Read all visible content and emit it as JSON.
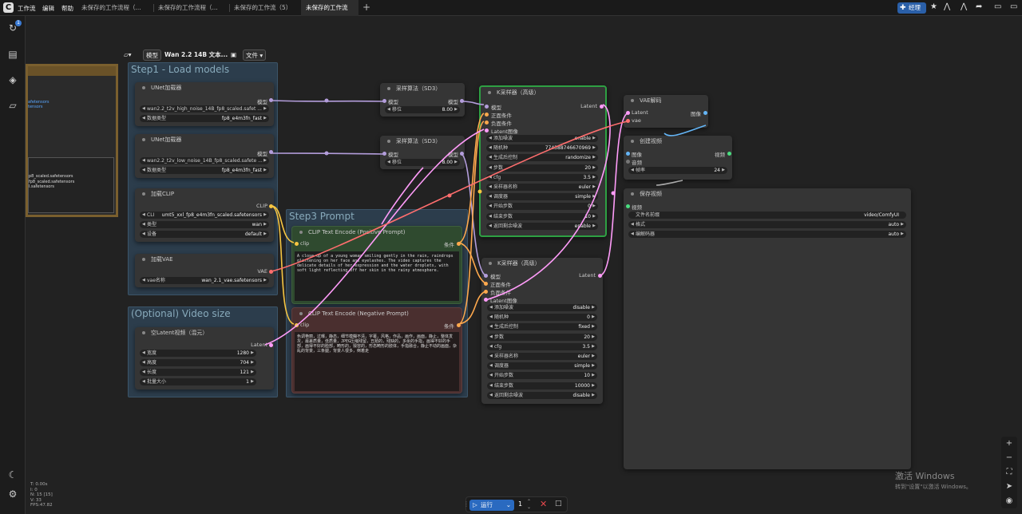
{
  "menu": [
    "工作流",
    "编辑",
    "帮助"
  ],
  "tabs": [
    {
      "label": "未保存的工作流程（..."
    },
    {
      "label": "未保存的工作流程（..."
    },
    {
      "label": "未保存的工作流（5）"
    },
    {
      "label": "未保存的工作流",
      "active": true
    }
  ],
  "topbar": {
    "manager_label": "经理"
  },
  "sidebar": {
    "queue_badge": "1"
  },
  "toolbar": {
    "mode_label": "模型",
    "workflow_title": "Wan 2.2 14B 文本...",
    "file_label": "文件"
  },
  "groups": {
    "step1": "Step1 - Load models",
    "step3": "Step3 Prompt",
    "video_size": "(Optional) Video size"
  },
  "left_peek": {
    "lines_a": [
      "afetensors",
      "tensors"
    ],
    "lines_b": [
      "p8_scaled.safetensors",
      "fp8_scaled.safetensors",
      "",
      "l.safetensors"
    ]
  },
  "nodes": {
    "unet1": {
      "title": "UNet加载器",
      "output": "模型",
      "w1_label": "wan2.2_t2v_high_noise_14B_fp8_scaled.safet ...",
      "w2_label": "数据类型",
      "w2_value": "fp8_e4m3fn_fast"
    },
    "unet2": {
      "title": "UNet加载器",
      "output": "模型",
      "w1_label": "wan2.2_t2v_low_noise_14B_fp8_scaled.safete ...",
      "w2_label": "数据类型",
      "w2_value": "fp8_e4m3fn_fast"
    },
    "clip": {
      "title": "加载CLIP",
      "output": "CLIP",
      "w1_label": "CLI",
      "w1_value": "umt5_xxl_fp8_e4m3fn_scaled.safetensors",
      "w2_label": "类型",
      "w2_value": "wan",
      "w3_label": "设备",
      "w3_value": "default"
    },
    "vae": {
      "title": "加载VAE",
      "output": "VAE",
      "w1_label": "vae名称",
      "w1_value": "wan_2.1_vae.safetensors"
    },
    "latent": {
      "title": "空Latent视频（混元）",
      "output": "Latent",
      "w1_label": "宽度",
      "w1_value": "1280",
      "w2_label": "高度",
      "w2_value": "704",
      "w3_label": "长度",
      "w3_value": "121",
      "w4_label": "批量大小",
      "w4_value": "1"
    },
    "sd3a": {
      "title": "采样算法（SD3）",
      "input": "模型",
      "output": "模型",
      "w1_label": "移位",
      "w1_value": "8.00"
    },
    "sd3b": {
      "title": "采样算法（SD3）",
      "input": "模型",
      "output": "模型",
      "w1_label": "移位",
      "w1_value": "8.00"
    },
    "pos": {
      "title": "CLIP Text Encode (Positive Prompt)",
      "input": "clip",
      "output": "条件",
      "text": "A close-up of a young woman smiling gently in the rain, raindrops glistening on her face and eyelashes. The video captures the delicate details of her expression and the water droplets, with soft light reflecting off her skin in the rainy atmosphere."
    },
    "neg": {
      "title": "CLIP Text Encode (Negative Prompt)",
      "input": "clip",
      "output": "条件",
      "text": "色调艳丽，过曝，静态，细节模糊不清，字幕，风格，作品，画作，画面，静止，整体发灰，最差质量，低质量，JPEG压缩残留，丑陋的，残缺的，多余的手指，画得不好的手部，画得不好的脸部，畸形的，毁容的，形态畸形的肢体，手指融合，静止不动的画面，杂乱的背景，三条腿，背景人很多，倒着走"
    },
    "ks1": {
      "title": "K采样器（高级）",
      "output": "Latent",
      "inputs": [
        "模型",
        "正面条件",
        "负面条件",
        "Latent图像"
      ],
      "widgets": [
        {
          "label": "添加噪波",
          "value": "enable"
        },
        {
          "label": "随机种",
          "value": "774388746670969"
        },
        {
          "label": "生成后控制",
          "value": "randomize"
        },
        {
          "label": "步数",
          "value": "20"
        },
        {
          "label": "cfg",
          "value": "3.5"
        },
        {
          "label": "采样器名称",
          "value": "euler"
        },
        {
          "label": "调度器",
          "value": "simple"
        },
        {
          "label": "开始步数",
          "value": "0"
        },
        {
          "label": "结束步数",
          "value": "10"
        },
        {
          "label": "返回剩余噪波",
          "value": "enable"
        }
      ]
    },
    "ks2": {
      "title": "K采样器（高级）",
      "output": "Latent",
      "inputs": [
        "模型",
        "正面条件",
        "负面条件",
        "Latent图像"
      ],
      "widgets": [
        {
          "label": "添加噪波",
          "value": "disable"
        },
        {
          "label": "随机种",
          "value": "0"
        },
        {
          "label": "生成后控制",
          "value": "fixed"
        },
        {
          "label": "步数",
          "value": "20"
        },
        {
          "label": "cfg",
          "value": "3.5"
        },
        {
          "label": "采样器名称",
          "value": "euler"
        },
        {
          "label": "调度器",
          "value": "simple"
        },
        {
          "label": "开始步数",
          "value": "10"
        },
        {
          "label": "结束步数",
          "value": "10000"
        },
        {
          "label": "返回剩余噪波",
          "value": "disable"
        }
      ]
    },
    "vaedec": {
      "title": "VAE解码",
      "in1": "Latent",
      "in2": "vae",
      "output": "图像"
    },
    "createvid": {
      "title": "创建视频",
      "in1": "图像",
      "in2": "音频",
      "output": "视频",
      "w1_label": "帧率",
      "w1_value": "24"
    },
    "savevid": {
      "title": "保存视频",
      "in1": "视频",
      "w1_label": "文件名前缀",
      "w1_value": "video/ComfyUI",
      "w2_label": "格式",
      "w2_value": "auto",
      "w3_label": "编解码器",
      "w3_value": "auto"
    }
  },
  "stats": [
    "T: 0.00s",
    "I: 0",
    "N: 15 [15]",
    "V: 33",
    "FPS:47.82"
  ],
  "runbar": {
    "run_label": "运行",
    "count": "1"
  },
  "watermark": {
    "line1": "激活 Windows",
    "line2": "转到\"设置\"以激活 Windows。"
  },
  "colors": {
    "model": "#b39ddb",
    "clip": "#f5c542",
    "cond": "#ffa94d",
    "latent": "#ff9cf9",
    "vae": "#ff6e6e",
    "image": "#64b5f6",
    "video": "#4ade80",
    "accent": "#2a6ac0"
  }
}
